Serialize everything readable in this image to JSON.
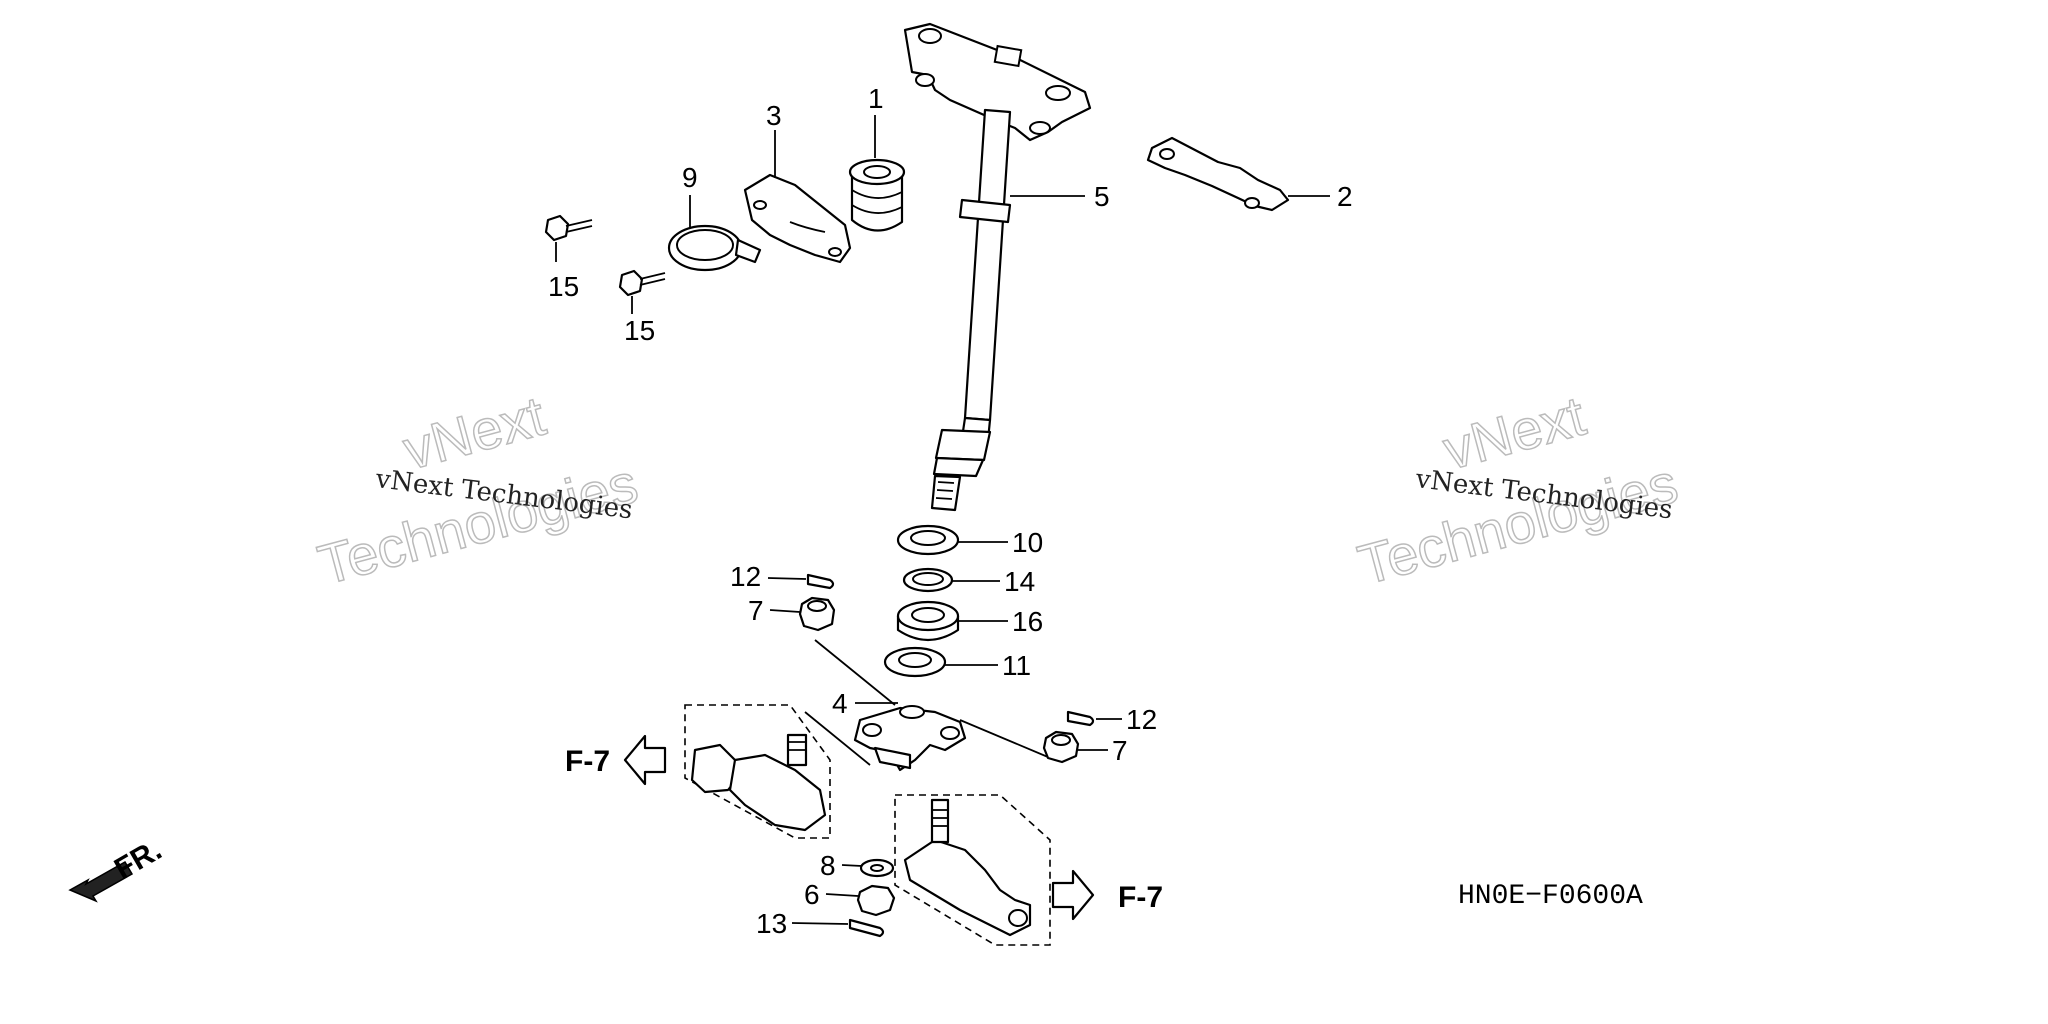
{
  "callouts": {
    "c1": "1",
    "c2": "2",
    "c3": "3",
    "c4": "4",
    "c5": "5",
    "c6": "6",
    "c7a": "7",
    "c7b": "7",
    "c8": "8",
    "c9": "9",
    "c10": "10",
    "c11": "11",
    "c12a": "12",
    "c12b": "12",
    "c13": "13",
    "c14": "14",
    "c15a": "15",
    "c15b": "15",
    "c16": "16"
  },
  "refs": {
    "left": "F-7",
    "right": "F-7",
    "front": "FR."
  },
  "diagram_code": "HN0E−F0600A",
  "watermarks": {
    "left_small": "vNext Technologies",
    "left_big_1": "vNext",
    "left_big_2": "Technologies",
    "right_small": "vNext Technologies",
    "right_big_1": "vNext",
    "right_big_2": "Technologies"
  }
}
